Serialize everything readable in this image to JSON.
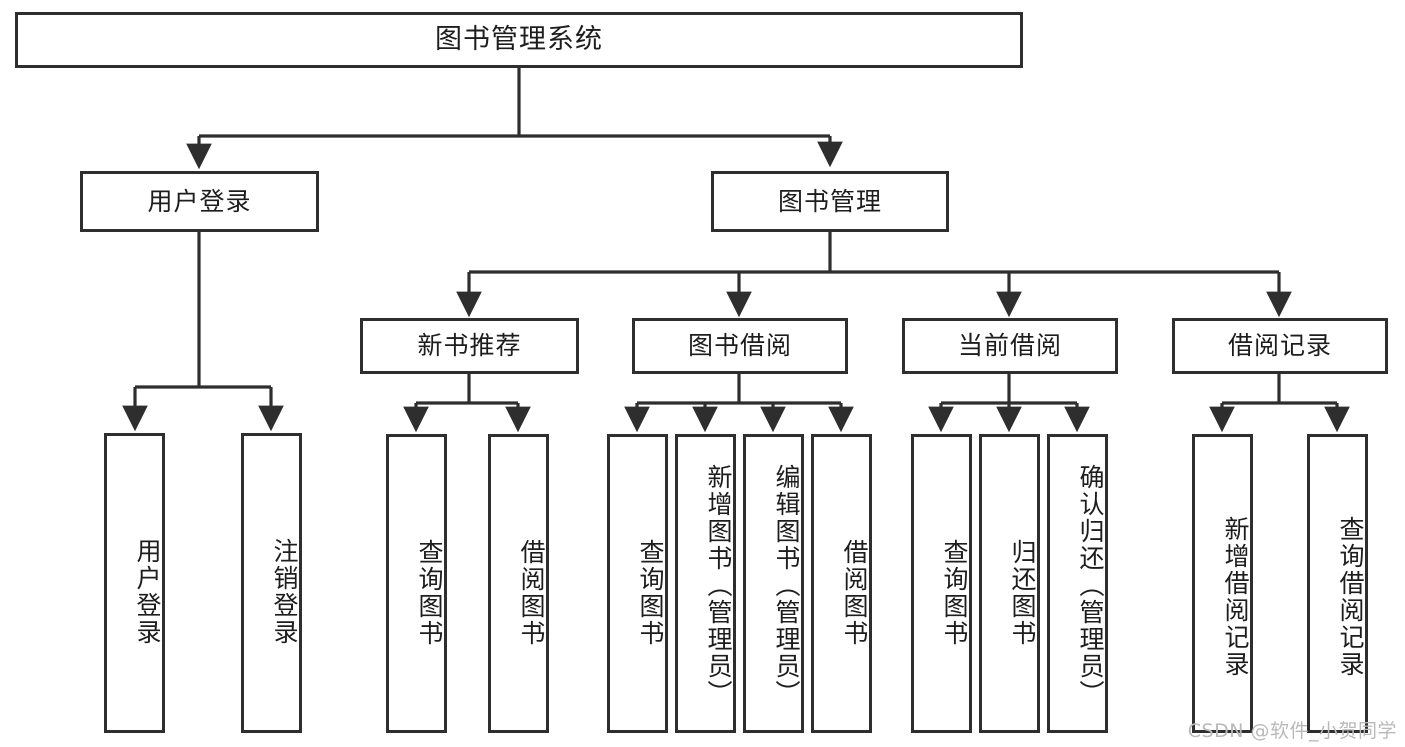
{
  "diagram": {
    "title": "图书管理系统",
    "type": "tree",
    "watermark": "CSDN @软件_小贺同学",
    "theme": {
      "background": "#ffffff",
      "box_border": "#2e2e2e",
      "box_fill": "#ffffff",
      "edge_color": "#2e2e2e",
      "text_color": "#1d1d1d",
      "watermark_color": "#b9b9b9"
    },
    "levels": {
      "root": {
        "label": "图书管理系统"
      },
      "level2": [
        {
          "id": "user-login",
          "label": "用户登录"
        },
        {
          "id": "book-manage",
          "label": "图书管理"
        }
      ],
      "level3": [
        {
          "id": "new-book-recommend",
          "label": "新书推荐",
          "parent": "book-manage"
        },
        {
          "id": "book-borrow",
          "label": "图书借阅",
          "parent": "book-manage"
        },
        {
          "id": "current-borrow",
          "label": "当前借阅",
          "parent": "book-manage"
        },
        {
          "id": "borrow-record",
          "label": "借阅记录",
          "parent": "book-manage"
        }
      ],
      "leaves": [
        {
          "id": "leaf-user-login",
          "label": "用户登录",
          "parent": "user-login"
        },
        {
          "id": "leaf-logout-login",
          "label": "注销登录",
          "parent": "user-login"
        },
        {
          "id": "leaf-query-book-1",
          "label": "查询图书",
          "parent": "new-book-recommend"
        },
        {
          "id": "leaf-borrow-book-1",
          "label": "借阅图书",
          "parent": "new-book-recommend"
        },
        {
          "id": "leaf-query-book-2",
          "label": "查询图书",
          "parent": "book-borrow"
        },
        {
          "id": "leaf-add-book",
          "label": "新增图书（管理员）",
          "parent": "book-borrow"
        },
        {
          "id": "leaf-edit-book",
          "label": "编辑图书（管理员）",
          "parent": "book-borrow"
        },
        {
          "id": "leaf-borrow-book-2",
          "label": "借阅图书",
          "parent": "book-borrow"
        },
        {
          "id": "leaf-query-book-3",
          "label": "查询图书",
          "parent": "current-borrow"
        },
        {
          "id": "leaf-return-book",
          "label": "归还图书",
          "parent": "current-borrow"
        },
        {
          "id": "leaf-confirm-return",
          "label": "确认归还（管理员）",
          "parent": "current-borrow"
        },
        {
          "id": "leaf-add-record",
          "label": "新增借阅记录",
          "parent": "borrow-record"
        },
        {
          "id": "leaf-query-record",
          "label": "查询借阅记录",
          "parent": "borrow-record"
        }
      ]
    }
  }
}
